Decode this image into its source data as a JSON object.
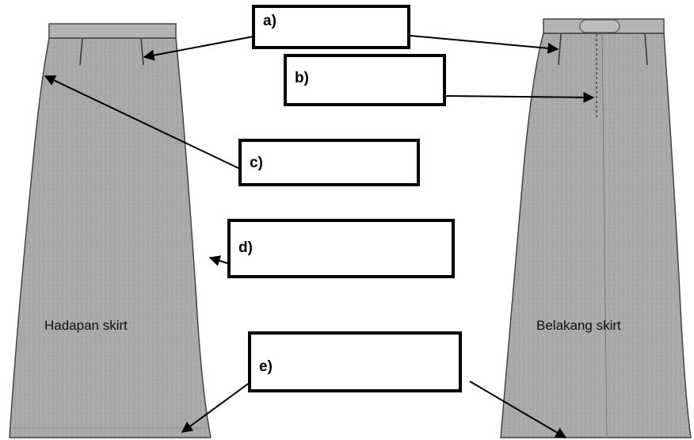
{
  "colors": {
    "fabric": "#a9a9a9",
    "fabric_dark": "#8f8f8f",
    "waistband": "#b4b4b4",
    "outline": "#444444",
    "box_border": "#000000",
    "arrow": "#000000"
  },
  "front_skirt": {
    "caption": "Hadapan skirt"
  },
  "back_skirt": {
    "caption": "Belakang skirt"
  },
  "label_boxes": [
    {
      "id": "a",
      "letter": "a)"
    },
    {
      "id": "b",
      "letter": "b)"
    },
    {
      "id": "c",
      "letter": "c)"
    },
    {
      "id": "d",
      "letter": "d)"
    },
    {
      "id": "e",
      "letter": "e)"
    }
  ]
}
